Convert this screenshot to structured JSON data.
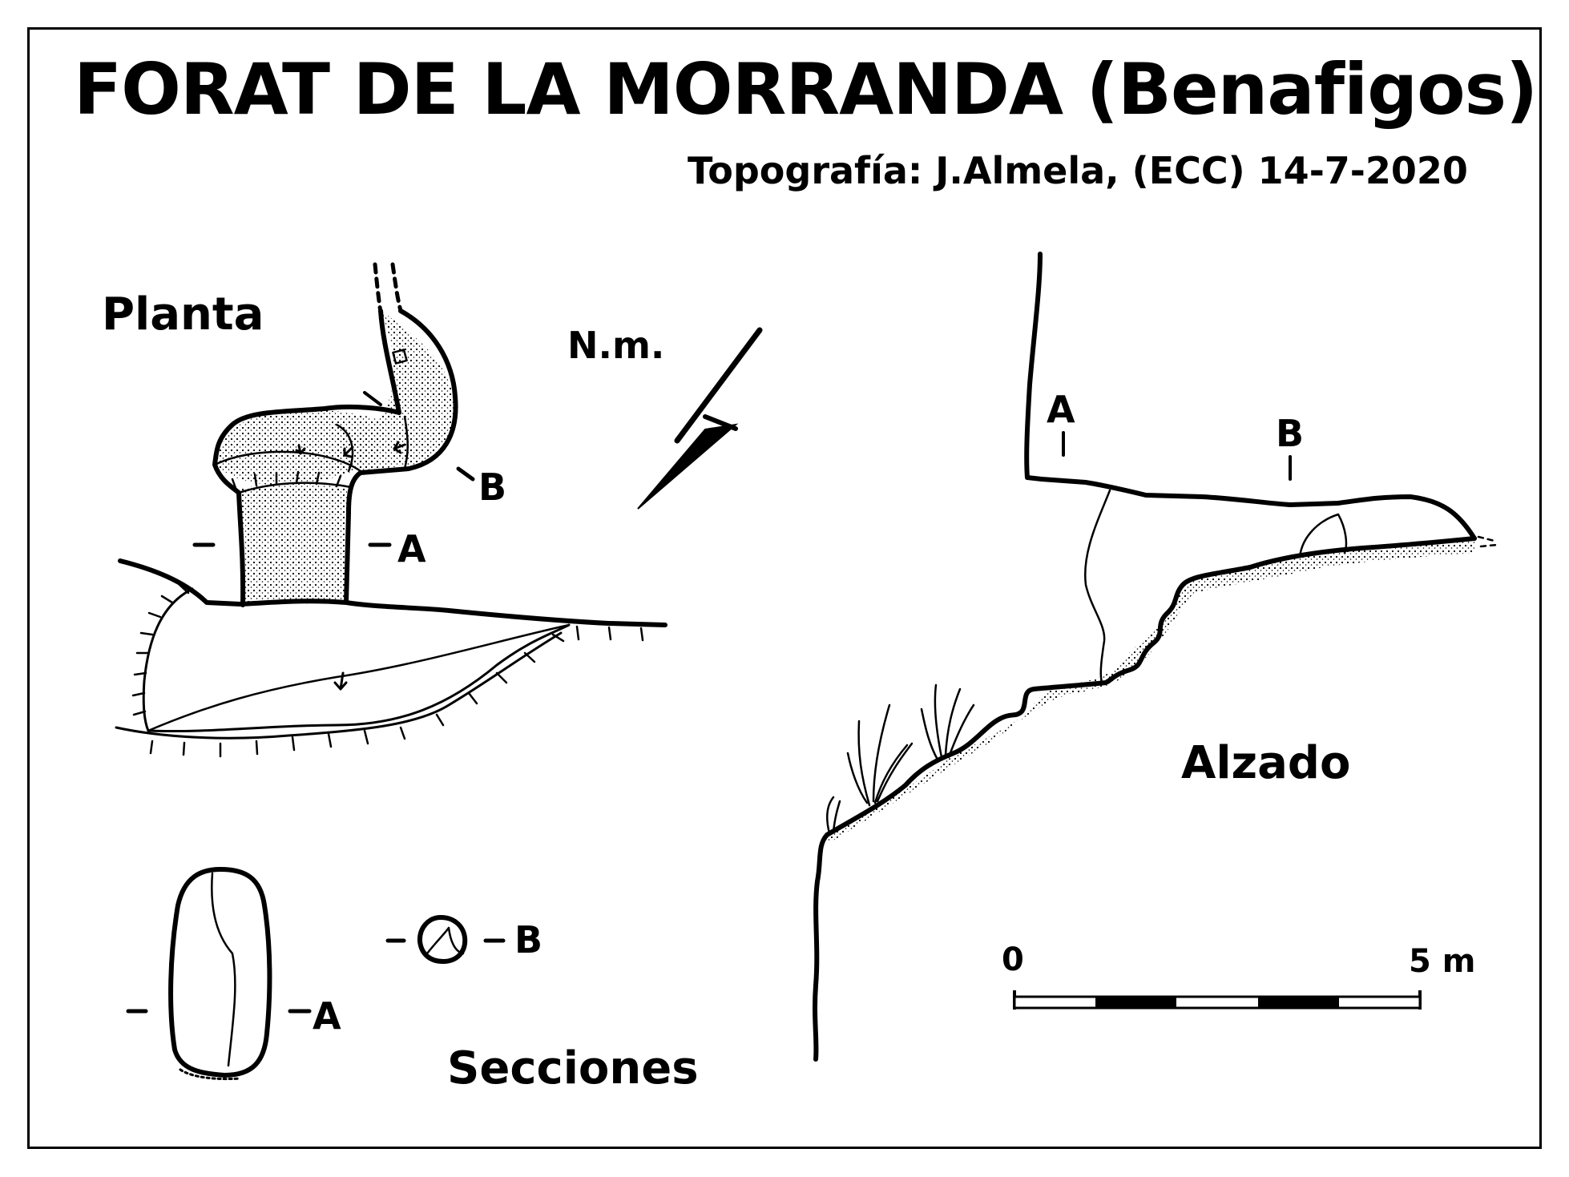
{
  "title": "FORAT DE LA MORRANDA  (Benafigos)",
  "credit": "Topografía: J.Almela, (ECC) 14-7-2020",
  "north_label": "N.m.",
  "plan": {
    "label": "Planta",
    "section_a": "A",
    "section_b": "B"
  },
  "elevation": {
    "label": "Alzado",
    "section_a": "A",
    "section_b": "B"
  },
  "sections": {
    "label": "Secciones",
    "a": "A",
    "b": "B"
  },
  "scale": {
    "start": "0",
    "end": "5 m",
    "segments": 5
  }
}
